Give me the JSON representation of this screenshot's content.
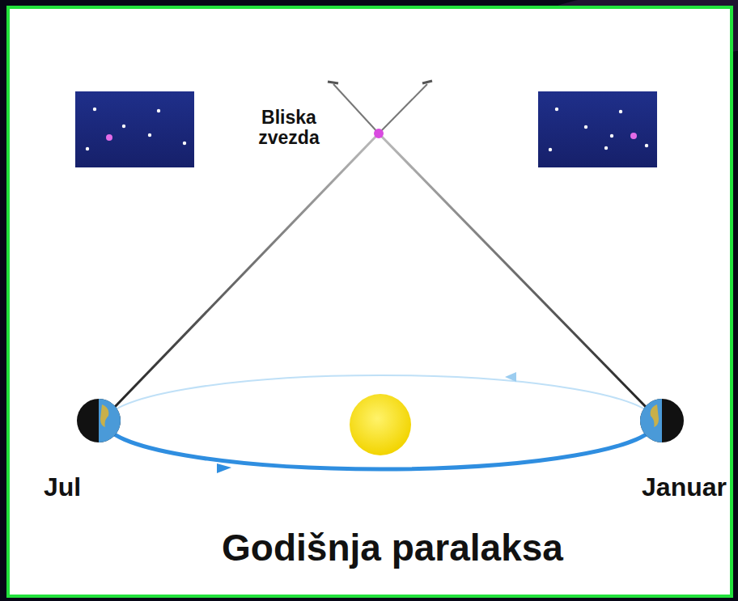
{
  "diagram": {
    "caption": "Godišnja paralaksa",
    "labels": [
      "Bliska zvezda",
      "Jul",
      "Januar"
    ]
  }
}
